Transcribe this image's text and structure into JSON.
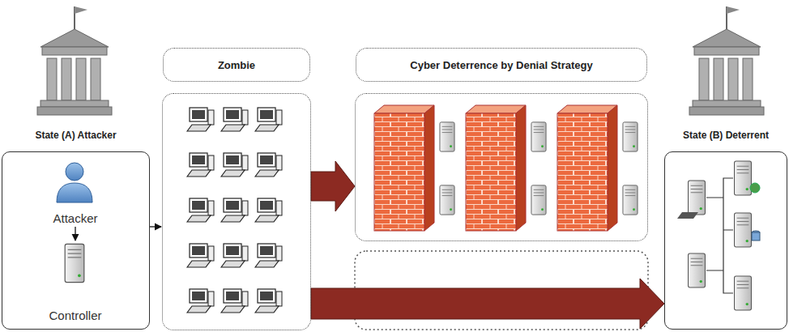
{
  "diagram": {
    "nodes": [
      {
        "text": [
          "State (A) Attacker"
        ]
      },
      {
        "text": [
          "Attacker"
        ],
        "in": 0
      },
      {
        "text": [
          "Controller"
        ],
        "in": 0
      },
      {
        "text": [
          "Zombie"
        ]
      },
      {
        "text": [
          "Cyber Deterrence by Denial Strategy"
        ]
      },
      {
        "text": [
          "State (B) Deterrent"
        ]
      }
    ],
    "edges": [
      {
        "from": 1,
        "to": 2,
        "arrow": "to"
      },
      {
        "from": 0,
        "to": 3,
        "arrow": "to"
      },
      {
        "from": 3,
        "to": 4,
        "arrow": "to"
      },
      {
        "from": 3,
        "to": 5,
        "arrow": "to"
      }
    ]
  }
}
